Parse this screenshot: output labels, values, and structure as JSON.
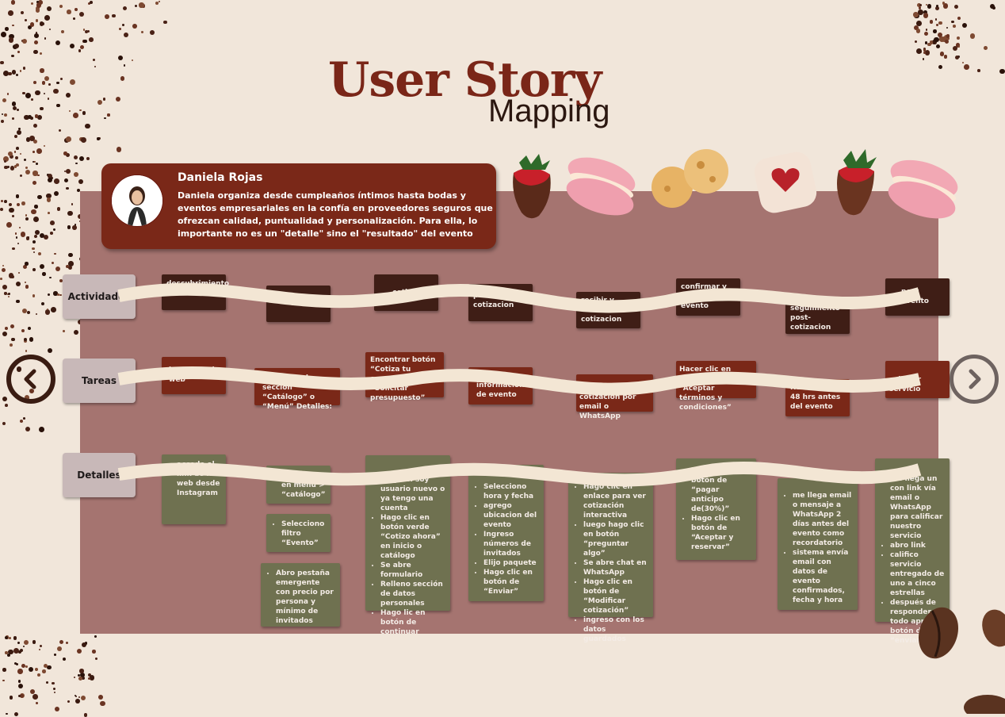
{
  "title_line1": "User Story",
  "title_line2": "Mapping",
  "persona": {
    "name": "Daniela Rojas",
    "description": "Daniela organiza desde cumpleaños íntimos hasta bodas y eventos empresariales en la confía en proveedores seguros que ofrezcan calidad, puntualidad y personalización. Para ella, lo importante no es un \"detalle\" sino el \"resultado\" del evento"
  },
  "row_labels": {
    "activities": "Actividades",
    "tasks": "Tareas",
    "details": "Detalles"
  },
  "activities": [
    "descubrimiento",
    "explorar",
    "cotizar",
    "personalizar cotizacion",
    "recibir y revisar cotizacion",
    "confirmar y reservar evento",
    "seguimiento post-cotizacion",
    "post evento"
  ],
  "tasks": [
    "ingresar a la web",
    "Navegar a la sección “Catálogo” o “Menú” Detalles:",
    "Encontrar botón “Cotiza tu evento” o “Solicitar presupuesto”",
    "Ingresar información de evento",
    "Recibir cotización por email o WhatsApp",
    "Hacer clic en botón de “Aceptar términos y condiciones”",
    "Recordatorio 48 hrs antes del evento",
    "calificar servicio"
  ],
  "details": [
    [
      "accedo al link de la web desde Instagram"
    ],
    [
      "Hago clic en menú > “catálogo”"
    ],
    [
      "Selecciono filtro “Evento”"
    ],
    [
      "Abro pestaña emergente con precio por persona y mínimo de invitados"
    ],
    [
      "Elegir si soy usuario nuevo o ya tengo una cuenta",
      "Hago clic en botón verde “Cotizo ahora” en inicio o catálogo",
      "Se abre formulario",
      "Relleno sección de datos personales",
      "Hago lic en botón de continuar"
    ],
    [
      "Selecciono hora y fecha",
      "agrego ubicacion del evento",
      "Ingreso números de invitados",
      "Elijo paquete",
      "Hago clic en botón de “Enviar”"
    ],
    [
      "Hago clic en enlace para ver cotización interactiva",
      "luego hago clic en botón “preguntar algo”",
      "Se abre chat en WhatsApp",
      "Hago clic en botón de “Modificar cotización”",
      "ingreso con los datos guardados"
    ],
    [
      "hago clic en botón de “pagar anticipo de(30%)”",
      "Hago clic en botón de “Aceptar y reservar”"
    ],
    [
      "me llega email o mensaje a WhatsApp 2 días antes del evento como recordatorio",
      "sistema envía email con datos de evento confirmados, fecha y hora"
    ],
    [
      "me llega un con link vía email o WhatsApp para calificar nuestro servicio",
      "abro link",
      "califico servicio entregado de uno a cinco estrellas",
      "después de responder todo aprieto botón de “enviar”"
    ]
  ],
  "nav": {
    "prev_icon": "chevron-left-icon",
    "next_icon": "chevron-right-icon"
  },
  "colors": {
    "background": "#f1e6da",
    "panel": "#a57470",
    "activity": "#3f1e16",
    "task": "#7a2818",
    "detail": "#6f7150",
    "title": "#7a2618"
  }
}
